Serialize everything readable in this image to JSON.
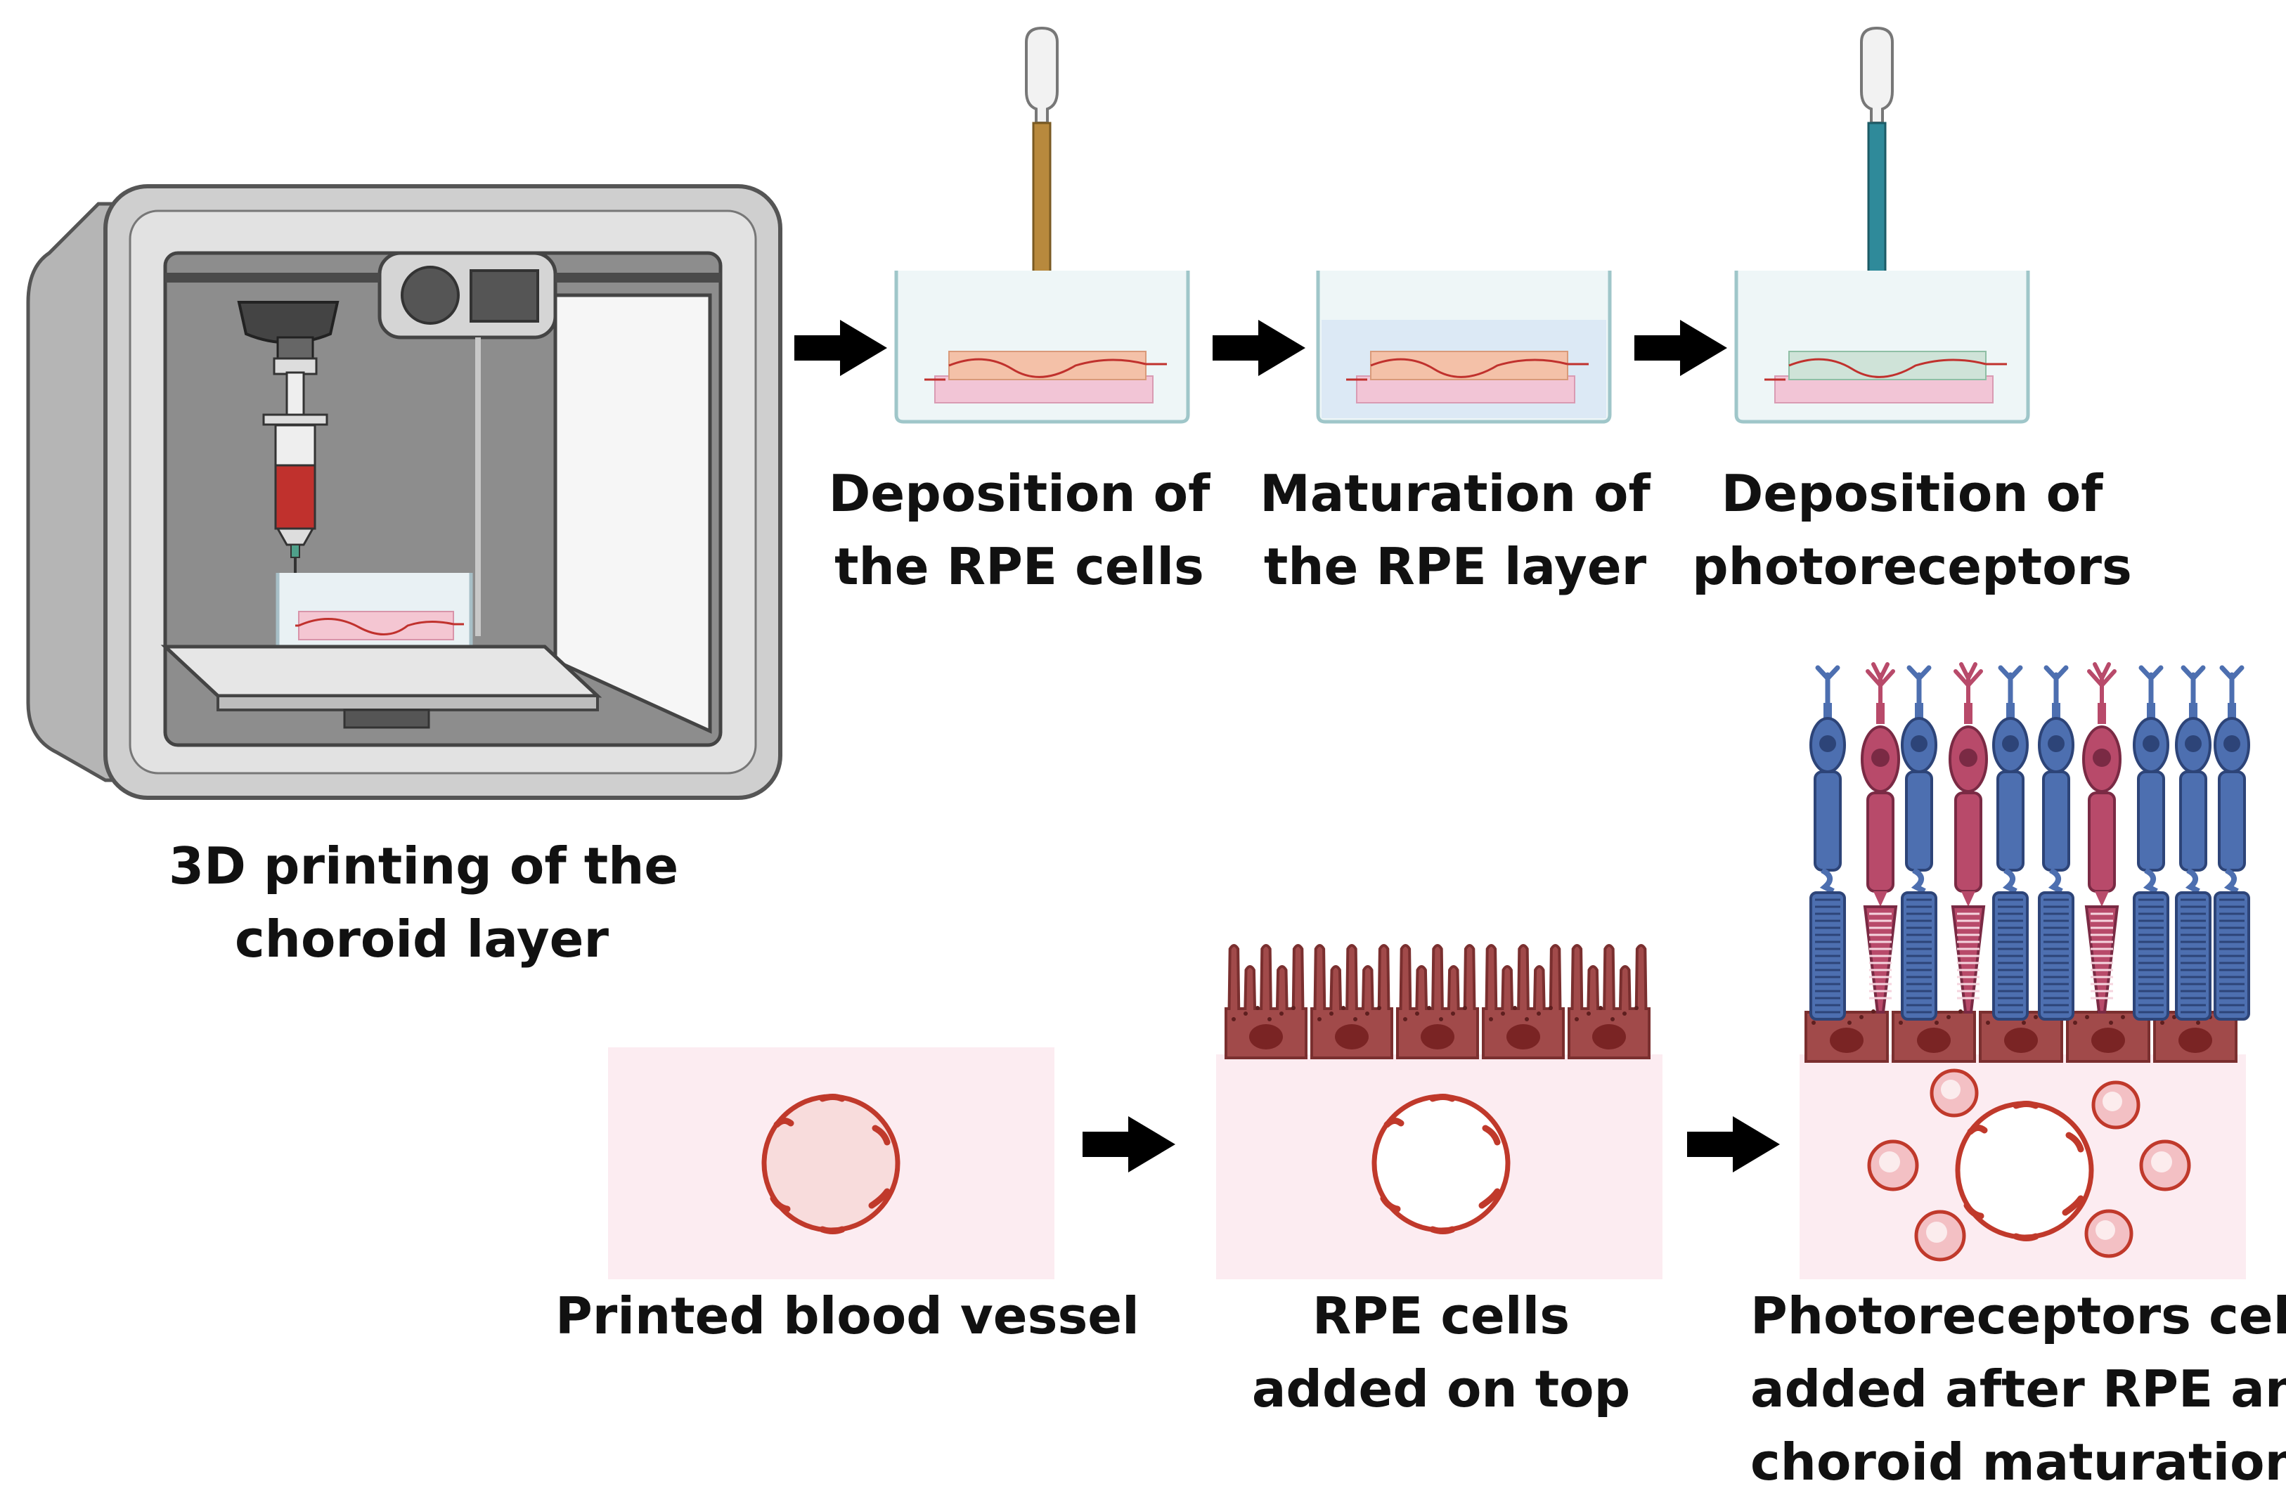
{
  "top_row": {
    "printer": {
      "label_lines": [
        "3D printing of the",
        "choroid layer"
      ],
      "icon": "3d-bioprinter-icon"
    },
    "steps": [
      {
        "label_lines": [
          "Deposition of",
          "the RPE cells"
        ],
        "icon": "culture-dish-with-pipette-icon"
      },
      {
        "label_lines": [
          "Maturation of",
          "the RPE layer"
        ],
        "icon": "culture-dish-icon"
      },
      {
        "label_lines": [
          "Deposition of",
          "photoreceptors"
        ],
        "icon": "culture-dish-with-pipette-icon"
      }
    ]
  },
  "bottom_row": {
    "panels": [
      {
        "label_lines": [
          "Printed blood vessel"
        ],
        "icon": "blood-vessel-cross-section-icon"
      },
      {
        "label_lines": [
          "RPE cells",
          "added on top"
        ],
        "icon": "rpe-cell-layer-icon"
      },
      {
        "label_lines": [
          "Photoreceptors cells",
          "added after RPE and",
          "choroid maturation"
        ],
        "icon": "photoreceptor-layer-icon"
      }
    ]
  },
  "arrows": {
    "icon": "right-arrow-icon",
    "count": 5
  },
  "colors": {
    "printer_body": "#c9c9c9",
    "printer_interior": "#8a8a8a",
    "syringe_red": "#c0312d",
    "hydrogel_pink": "#f4c6d2",
    "panel_pink": "#fcecf1",
    "vessel_red": "#c0392b",
    "rpe_brown": "#a14a4a",
    "rod_blue": "#4d6fb0",
    "cone_pink": "#b84a6a",
    "pipette_brown": "#b8893d",
    "pipette_teal": "#2f8a9a",
    "arrow_black": "#000000"
  }
}
